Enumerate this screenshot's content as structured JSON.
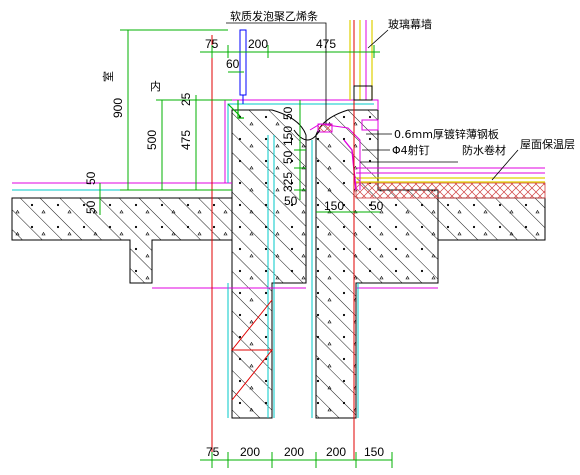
{
  "labels": {
    "foam": "软质发泡聚乙烯条",
    "curtain_wall": "玻璃幕墙",
    "steel_plate": "0.6mm厚镀锌薄钢板",
    "nail": "Φ4射钉",
    "waterproof": "防水卷材",
    "insulation": "屋面保温层",
    "inside": "内",
    "room": "室"
  },
  "dims_top": [
    "75",
    "200",
    "475",
    "60"
  ],
  "dims_left": [
    "900",
    "500",
    "475",
    "25",
    "50",
    "50"
  ],
  "dims_mid": [
    "50",
    "150",
    "50",
    "325",
    "50",
    "150",
    "50"
  ],
  "dims_bottom": [
    "75",
    "200",
    "200",
    "200",
    "150"
  ],
  "colors": {
    "concrete": "#000000",
    "cyan": "#00c8c8",
    "magenta": "#e000e0",
    "red": "#e00000",
    "green": "#00b000",
    "yellow": "#e0d000",
    "blue": "#0000ff"
  }
}
